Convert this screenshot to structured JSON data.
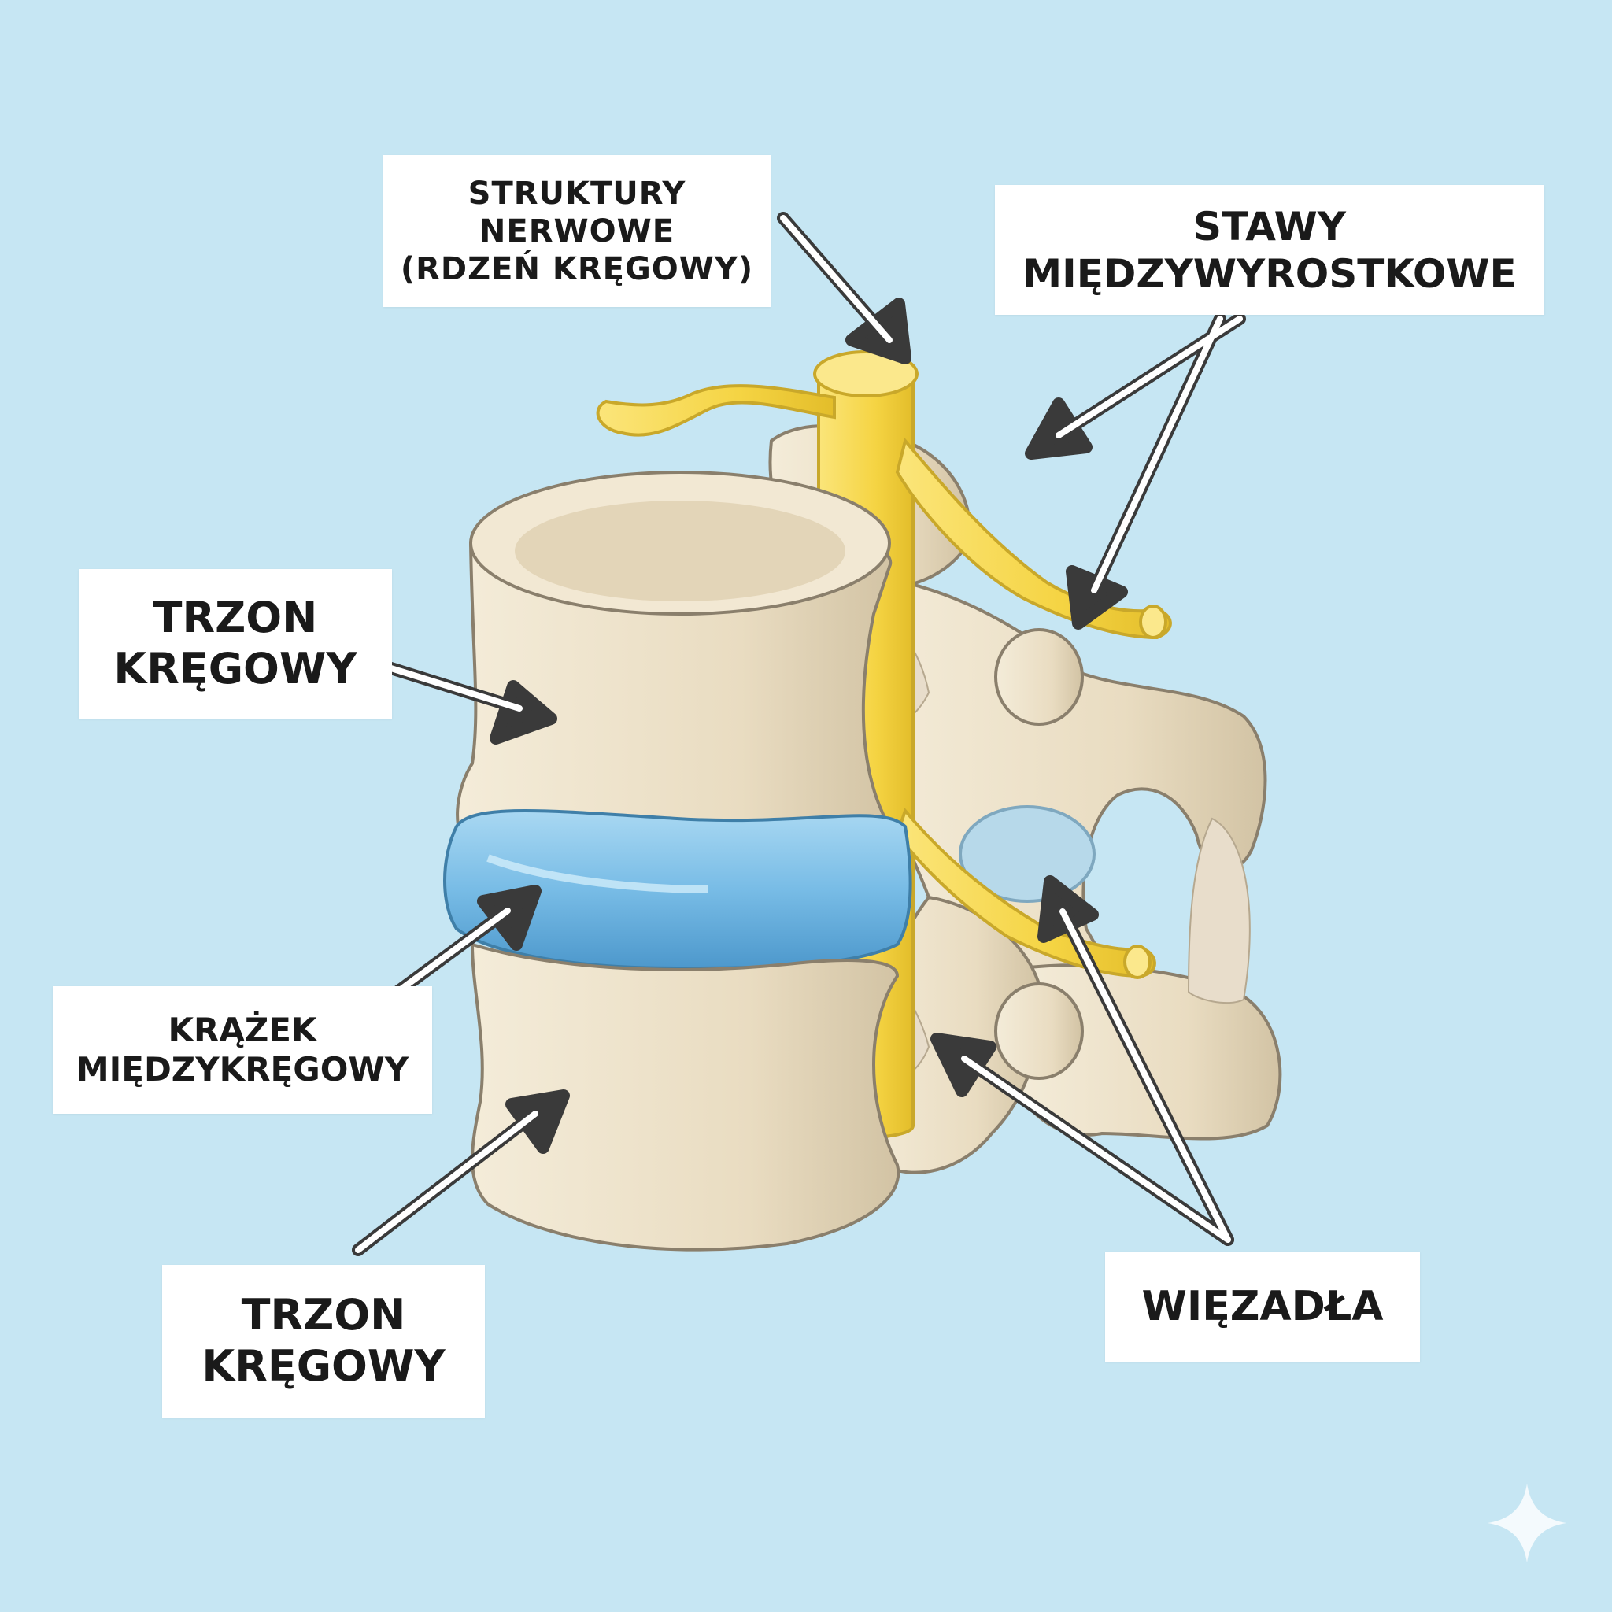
{
  "labels": {
    "nerve": {
      "line1": "STRUKTURY",
      "line2": "NERWOWE",
      "line3": "(RDZEŃ KRĘGOWY)"
    },
    "joints": {
      "line1": "STAWY",
      "line2": "MIĘDZYWYROSTKOWE"
    },
    "body_top": {
      "line1": "TRZON",
      "line2": "KRĘGOWY"
    },
    "disc": {
      "line1": "KRĄŻEK",
      "line2": "MIĘDZYKRĘGOWY"
    },
    "body_bottom": {
      "line1": "TRZON",
      "line2": "KRĘGOWY"
    },
    "ligaments": {
      "line1": "WIĘZADŁA"
    }
  },
  "colors": {
    "background": "#c6e6f3",
    "bone": "#ece1c9",
    "bone_shade": "#d6c8ab",
    "bone_outline": "#8a7f6c",
    "disc": "#7fc0e6",
    "disc_dark": "#4f9cd0",
    "nerve": "#f7d84a",
    "nerve_outline": "#c9a82a",
    "ligament": "#e6dac8",
    "arrow_fill": "#ffffff",
    "arrow_stroke": "#3a3a3a"
  },
  "icons": {
    "watermark": "sparkle-icon"
  }
}
